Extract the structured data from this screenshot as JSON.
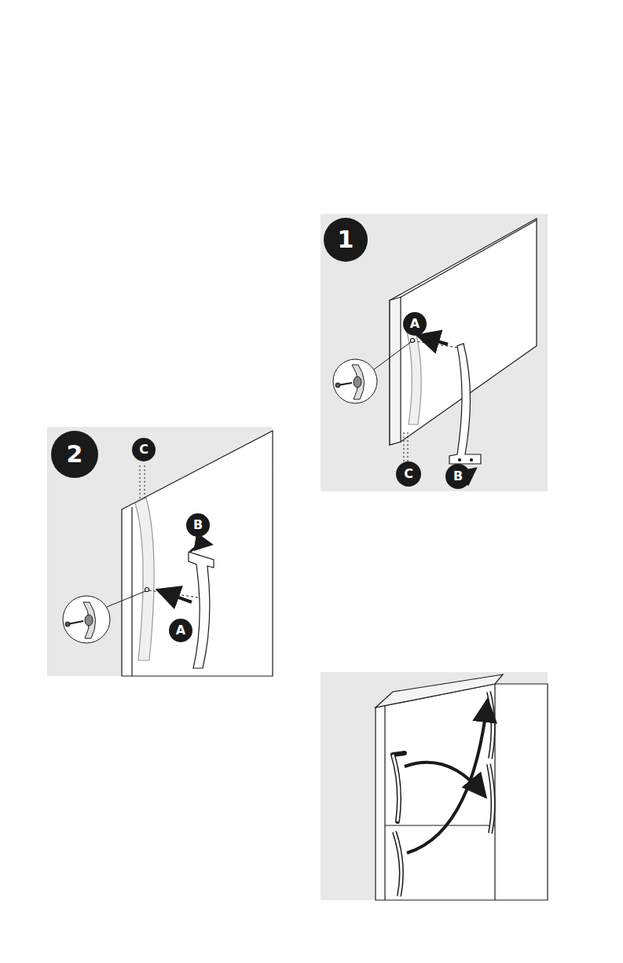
{
  "diagram": {
    "labels": [
      "1",
      "A",
      "C",
      "B",
      "2",
      "C",
      "B",
      "A"
    ]
  }
}
